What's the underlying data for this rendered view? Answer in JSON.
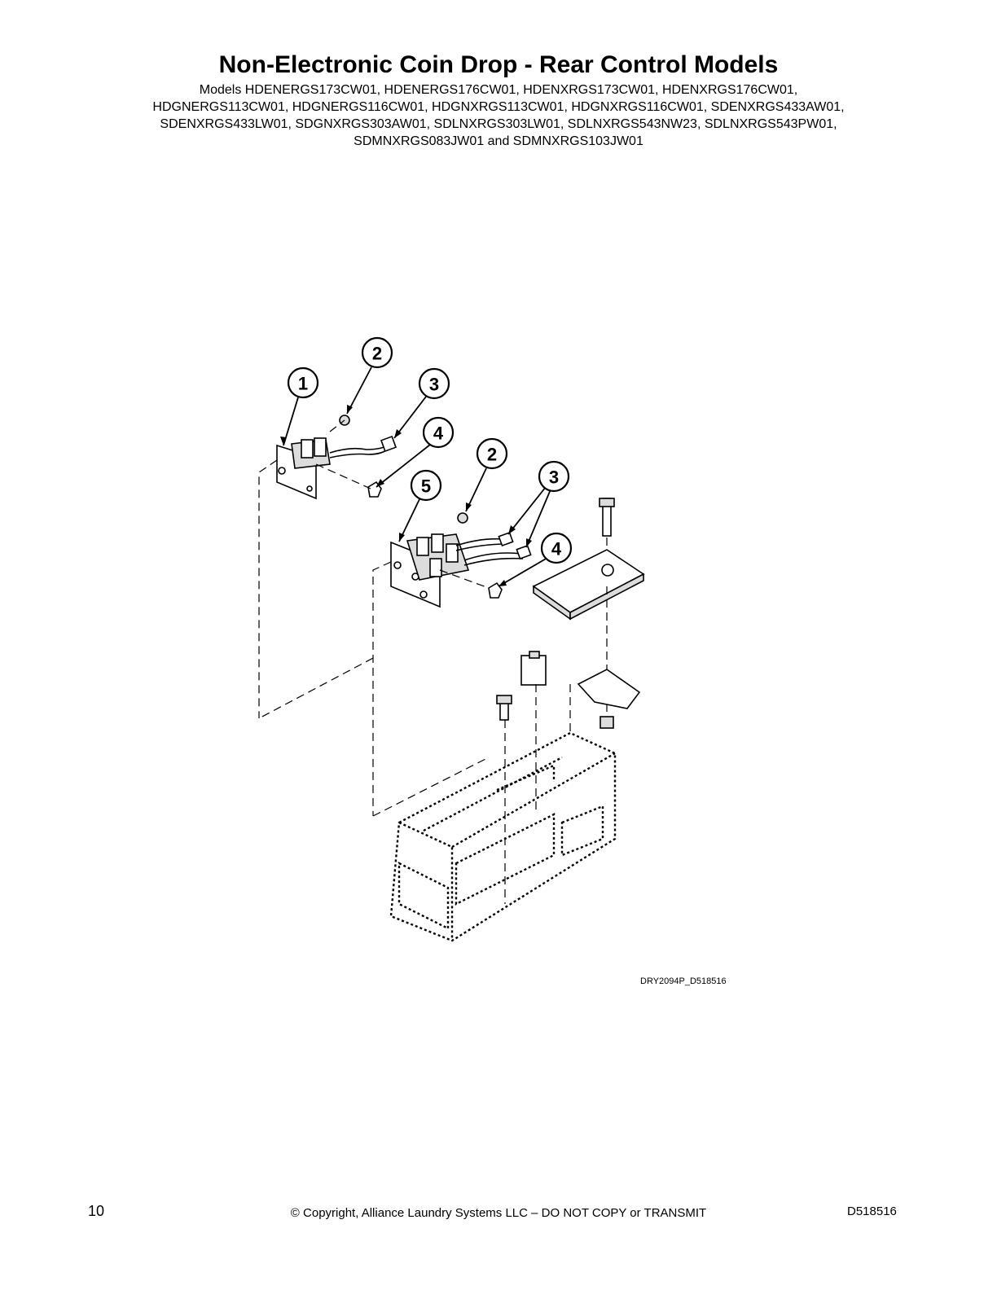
{
  "header": {
    "title": "Non-Electronic Coin Drop - Rear Control Models",
    "models_lines": [
      "Models HDENERGS173CW01, HDENERGS176CW01, HDENXRGS173CW01, HDENXRGS176CW01,",
      "HDGNERGS113CW01, HDGNERGS116CW01, HDGNXRGS113CW01, HDGNXRGS116CW01, SDENXRGS433AW01,",
      "SDENXRGS433LW01, SDGNXRGS303AW01, SDLNXRGS303LW01, SDLNXRGS543NW23, SDLNXRGS543PW01,",
      "SDMNXRGS083JW01 and SDMNXRGS103JW01"
    ]
  },
  "diagram": {
    "callouts": [
      "1",
      "2",
      "3",
      "4",
      "2",
      "3",
      "4",
      "5"
    ],
    "drawing_id": "DRY2094P_D518516"
  },
  "footer": {
    "page_number": "10",
    "copyright": "© Copyright, Alliance Laundry Systems LLC – DO NOT COPY or TRANSMIT",
    "doc_id": "D518516"
  }
}
